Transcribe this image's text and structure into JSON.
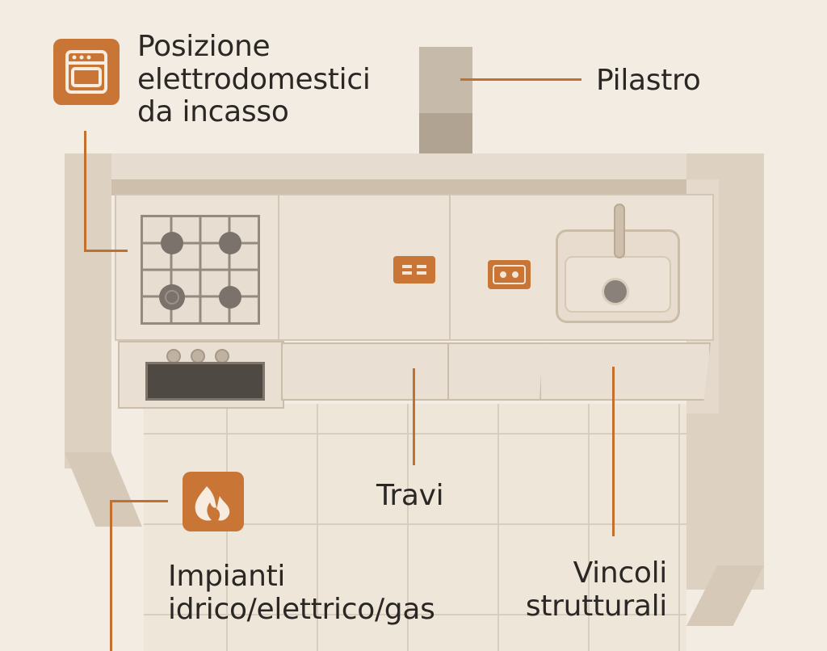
{
  "labels": {
    "appliances": [
      "Posizione",
      "elettrodomestici",
      "da incasso"
    ],
    "pillar": "Pilastro",
    "beams": "Travi",
    "systems": [
      "Impianti",
      "idrico/elettrico/gas"
    ],
    "constraints": [
      "Vincoli",
      "strutturali"
    ]
  },
  "icons": {
    "appliances": "oven-icon",
    "systems": "flame-icon"
  },
  "colors": {
    "accent": "#c87535",
    "background": "#f3ece3",
    "wall": "#dfd3c3",
    "counter": "#ece2d5",
    "text": "#2b2724"
  }
}
